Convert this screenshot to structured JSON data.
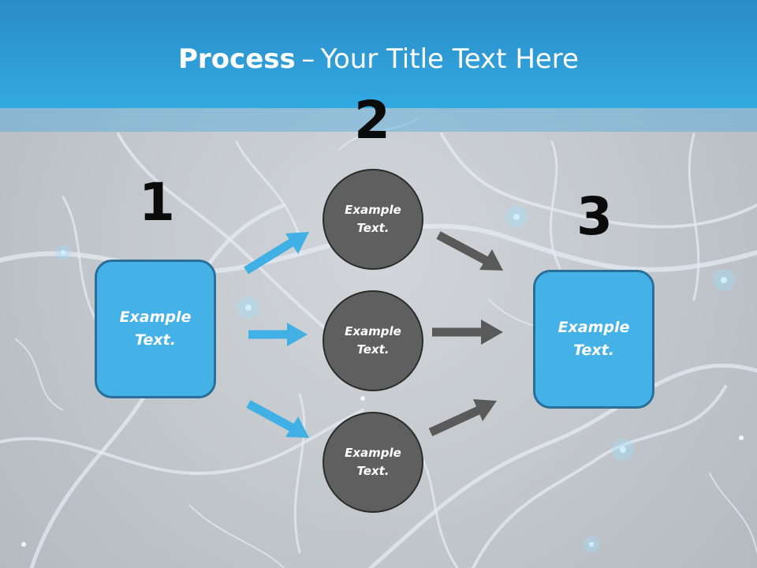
{
  "title": {
    "bold": "Process",
    "separator": "–",
    "rest": "Your Title Text Here"
  },
  "steps": {
    "one": "1",
    "two": "2",
    "three": "3"
  },
  "boxes": {
    "left": "Example\nText.",
    "right": "Example\nText."
  },
  "circles": {
    "top": "Example\nText.",
    "middle": "Example\nText.",
    "bottom": "Example\nText."
  },
  "colors": {
    "header": "#33a9e2",
    "box": "#44b2e6",
    "circle": "#5f5f5f",
    "arrow_blue": "#41b0e4",
    "arrow_gray": "#5a5a5a"
  }
}
